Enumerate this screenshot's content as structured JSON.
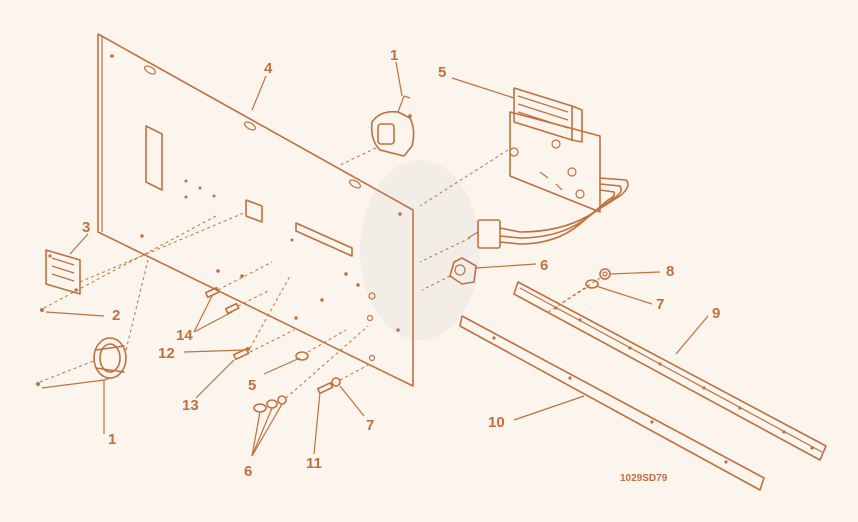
{
  "colors": {
    "ink": "#c0703f",
    "background": "#fbf5ee"
  },
  "figure_code": "1029SD79",
  "callouts": {
    "c1_top": "1",
    "c1_bottom": "1",
    "c2": "2",
    "c3": "3",
    "c4": "4",
    "c5_top": "5",
    "c5_bottom": "5",
    "c6_right": "6",
    "c6_bottom": "6",
    "c7_right": "7",
    "c7_bottom": "7",
    "c8": "8",
    "c9": "9",
    "c10": "10",
    "c11": "11",
    "c12": "12",
    "c13": "13",
    "c14": "14"
  }
}
